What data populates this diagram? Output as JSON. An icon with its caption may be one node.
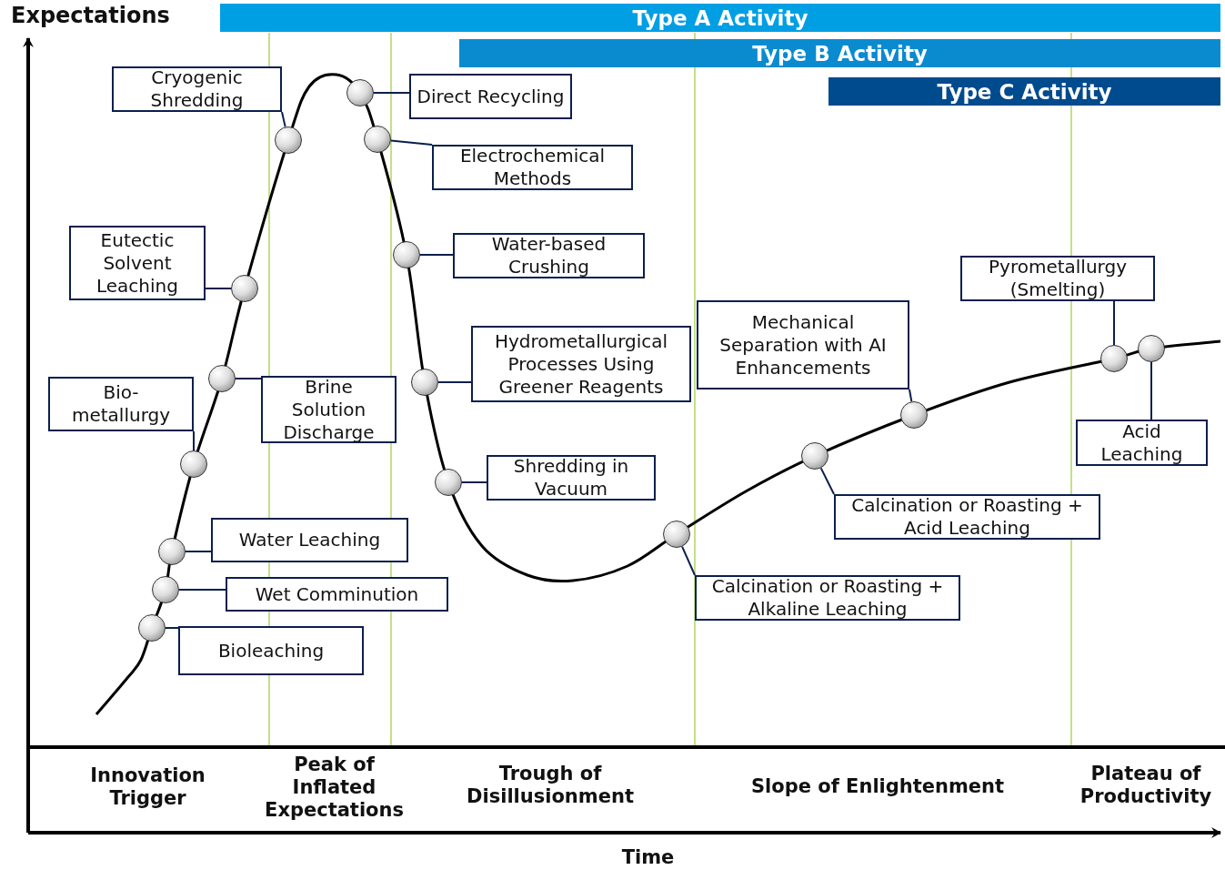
{
  "diagram": {
    "nodes": [
      {
        "text": [
          "Type A Activity"
        ]
      },
      {
        "text": [
          "Type B Activity"
        ]
      },
      {
        "text": [
          "Type C Activity"
        ]
      },
      {
        "text": [
          "Cryogenic Shredding"
        ]
      },
      {
        "text": [
          "Direct Recycling"
        ]
      },
      {
        "text": [
          "Electrochemical Methods"
        ]
      },
      {
        "text": [
          "Eutectic Solvent Leaching"
        ]
      },
      {
        "text": [
          "Water-based Crushing"
        ]
      },
      {
        "text": [
          "Pyrometallurgy (Smelting)"
        ]
      },
      {
        "text": [
          "Mechanical Separation with AI Enhancements"
        ]
      },
      {
        "text": [
          "Hydrometallurgical Processes Using Greener Reagents"
        ]
      },
      {
        "text": [
          "Bio- metallurgy"
        ]
      },
      {
        "text": [
          "Brine Solution Discharge"
        ]
      },
      {
        "text": [
          "Acid Leaching"
        ]
      },
      {
        "text": [
          "Shredding in Vacuum"
        ]
      },
      {
        "text": [
          "Calcination or Roasting + Acid Leaching"
        ]
      },
      {
        "text": [
          "Water Leaching"
        ]
      },
      {
        "text": [
          "Calcination or Roasting + Alkaline Leaching"
        ]
      },
      {
        "text": [
          "Wet Comminution"
        ]
      },
      {
        "text": [
          "Bioleaching"
        ]
      },
      {
        "text": [],
        "shape": "circle"
      },
      {
        "text": [],
        "shape": "circle"
      },
      {
        "text": [],
        "shape": "circle"
      },
      {
        "text": [],
        "shape": "circle"
      },
      {
        "text": [],
        "shape": "circle"
      },
      {
        "text": [],
        "shape": "circle"
      },
      {
        "text": [],
        "shape": "circle"
      },
      {
        "text": [],
        "shape": "circle"
      },
      {
        "text": [],
        "shape": "circle"
      },
      {
        "text": [],
        "shape": "circle"
      },
      {
        "text": [],
        "shape": "circle"
      },
      {
        "text": [],
        "shape": "circle"
      },
      {
        "text": [],
        "shape": "circle"
      },
      {
        "text": [],
        "shape": "circle"
      },
      {
        "text": [],
        "shape": "circle"
      },
      {
        "text": [],
        "shape": "circle"
      },
      {
        "text": [],
        "shape": "circle"
      }
    ],
    "edges": [
      {
        "from": 19,
        "to": 20,
        "arrow": "none"
      },
      {
        "from": 18,
        "to": 21,
        "arrow": "none"
      },
      {
        "from": 16,
        "to": 22,
        "arrow": "none"
      },
      {
        "from": 11,
        "to": 23,
        "arrow": "none"
      },
      {
        "from": 12,
        "to": 24,
        "arrow": "none"
      },
      {
        "from": 6,
        "to": 25,
        "arrow": "none"
      },
      {
        "from": 3,
        "to": 26,
        "arrow": "none"
      },
      {
        "from": 4,
        "to": 27,
        "arrow": "none"
      },
      {
        "from": 5,
        "to": 28,
        "arrow": "none"
      },
      {
        "from": 7,
        "to": 29,
        "arrow": "none"
      },
      {
        "from": 10,
        "to": 30,
        "arrow": "none"
      },
      {
        "from": 14,
        "to": 31,
        "arrow": "none"
      },
      {
        "from": 17,
        "to": 32,
        "arrow": "none"
      },
      {
        "from": 15,
        "to": 33,
        "arrow": "none"
      },
      {
        "from": 9,
        "to": 34,
        "arrow": "none"
      },
      {
        "from": 8,
        "to": 35,
        "arrow": "none"
      },
      {
        "from": 13,
        "to": 36,
        "arrow": "none"
      }
    ],
    "labels": [
      "Expectations",
      "Innovation Trigger",
      "Peak of Inflated Expectations",
      "Trough of Disillusionment",
      "Slope of Enlightenment",
      "Plateau of Productivity",
      "Time"
    ]
  }
}
